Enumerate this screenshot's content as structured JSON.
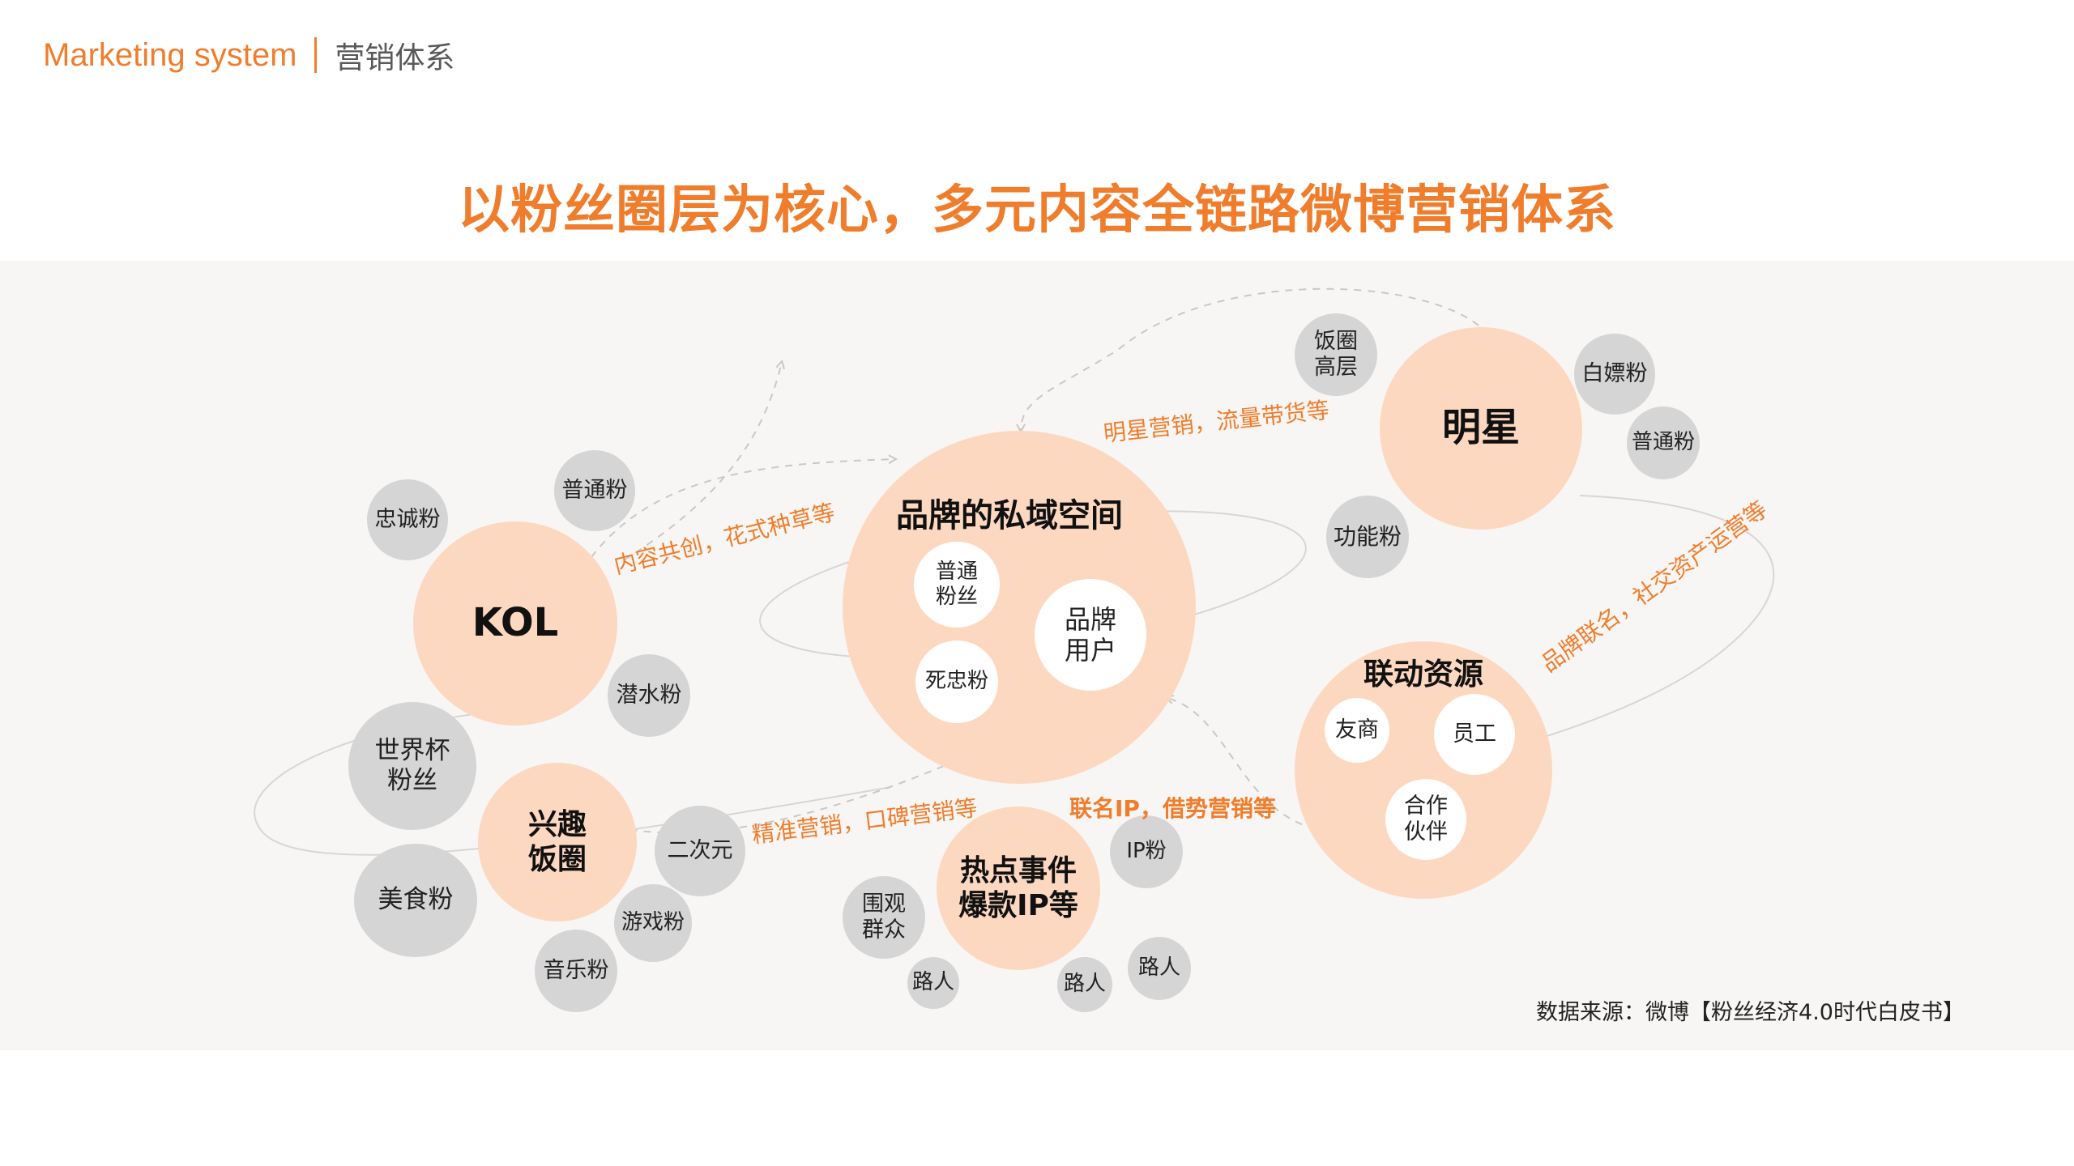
{
  "header": {
    "title_en": "Marketing system",
    "title_cn": "营销体系"
  },
  "main_title": "以粉丝圈层为核心，多元内容全链路微博营销体系",
  "nodes": {
    "kol": "KOL",
    "kol_loyal": "忠诚粉",
    "kol_normal": "普通粉",
    "kol_lurker": "潜水粉",
    "interest": "兴趣\n饭圈",
    "worldcup": "世界杯\n粉丝",
    "food": "美食粉",
    "anime": "二次元",
    "game": "游戏粉",
    "music": "音乐粉",
    "brand_space": "品牌的私域空间",
    "brand_normal": "普通\n粉丝",
    "brand_users": "品牌\n用户",
    "brand_diehard": "死忠粉",
    "star": "明星",
    "fan_elite": "饭圈\n高层",
    "freeloader": "白嫖粉",
    "star_normal": "普通粉",
    "function_fan": "功能粉",
    "linkage": "联动资源",
    "friend_biz": "友商",
    "staff": "员工",
    "partner": "合作\n伙伴",
    "hotspot": "热点事件\n爆款IP等",
    "onlookers": "围观\n群众",
    "ip_fan": "IP粉",
    "passerby_1": "路人",
    "passerby_2": "路人",
    "passerby_3": "路人"
  },
  "flows": {
    "kol_to_brand": "内容共创，花式种草等",
    "star_to_brand": "明星营销，流量带货等",
    "linkage_to_brand": "品牌联名，社交资产运营等",
    "interest_to_brand": "精准营销，口碑营销等",
    "hotspot_to_brand": "联名IP，借势营销等"
  },
  "source": "数据来源：微博【粉丝经济4.0时代白皮书】",
  "colors": {
    "accent": "#ef7d2c",
    "peach": "#fdd8c0",
    "grey": "#d5d5d5",
    "bg": "#f8f6f4"
  }
}
